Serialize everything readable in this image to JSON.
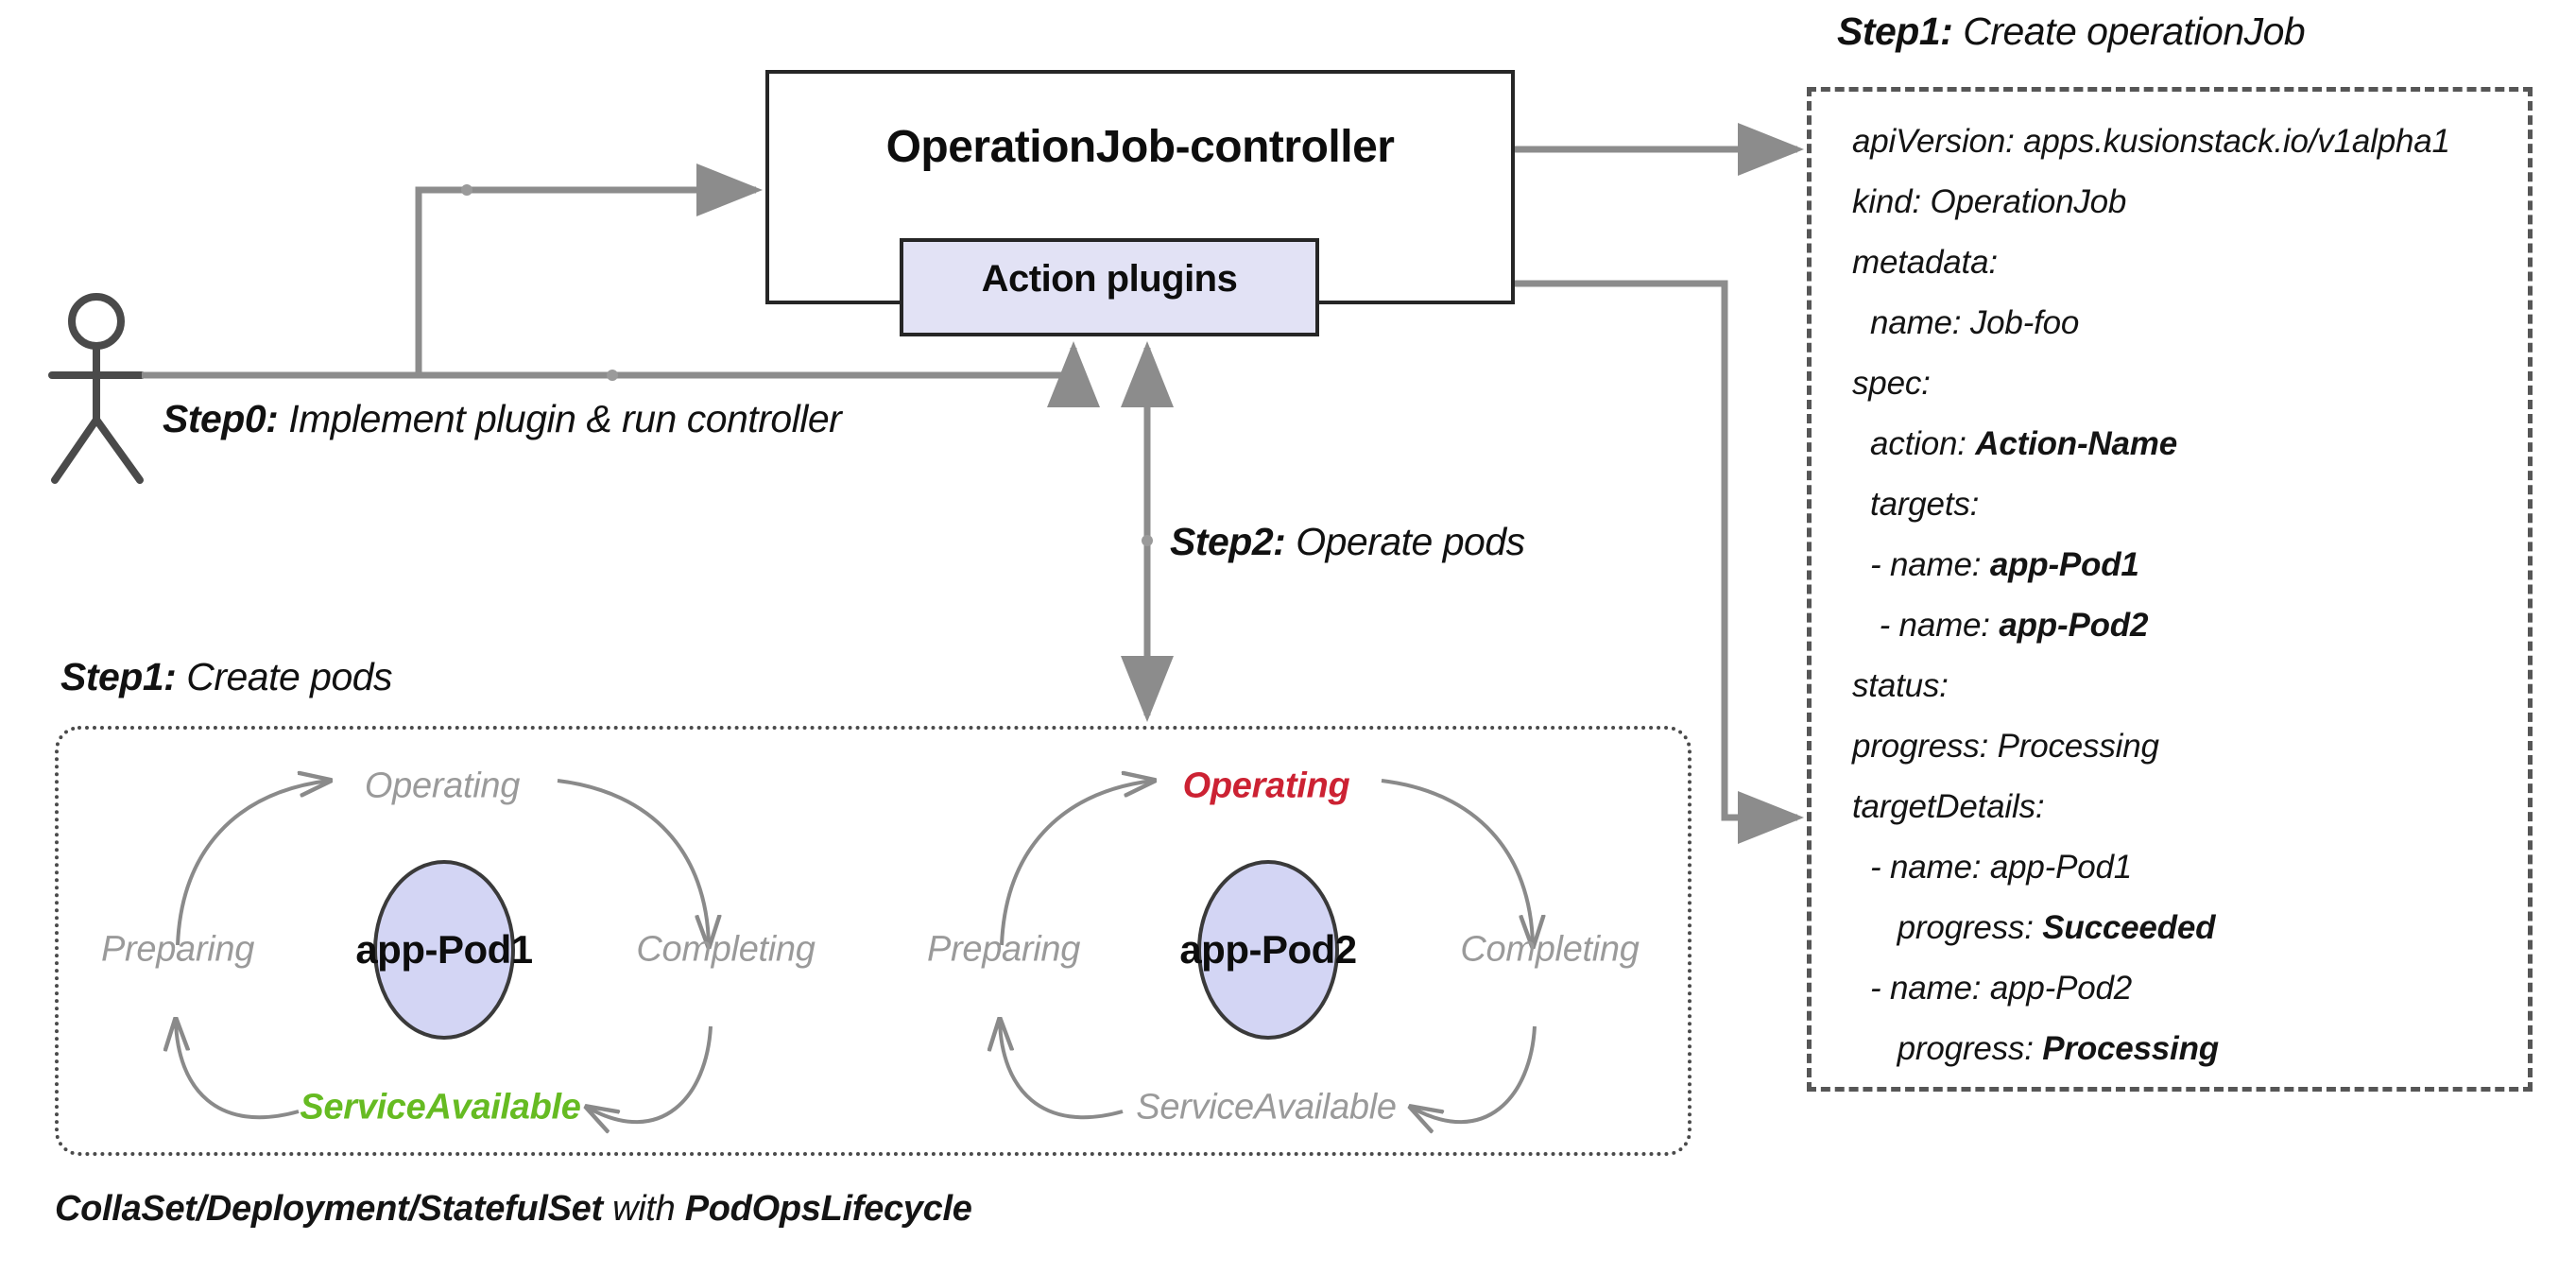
{
  "steps": {
    "step0": {
      "key": "Step0:",
      "value": " Implement plugin & run controller"
    },
    "step1_job": {
      "key": "Step1:",
      "value": " Create operationJob"
    },
    "step1_pods": {
      "key": "Step1:",
      "value": " Create pods"
    },
    "step2": {
      "key": "Step2:",
      "value": " Operate pods"
    }
  },
  "controller": {
    "title": "OperationJob-controller",
    "plugins_label": "Action plugins",
    "plugins_fill": "#e2e2f5",
    "border_color": "#262626"
  },
  "yaml": {
    "lines": [
      {
        "text": "apiVersion: apps.kusionstack.io/v1alpha1",
        "bold_tail": ""
      },
      {
        "text": "kind: OperationJob",
        "bold_tail": ""
      },
      {
        "text": "metadata:",
        "bold_tail": ""
      },
      {
        "text": "  name: Job-foo",
        "bold_tail": ""
      },
      {
        "text": "spec:",
        "bold_tail": ""
      },
      {
        "text": "  action: ",
        "bold_tail": "Action-Name"
      },
      {
        "text": "  targets:",
        "bold_tail": ""
      },
      {
        "text": "  - name: ",
        "bold_tail": "app-Pod1"
      },
      {
        "text": "   - name: ",
        "bold_tail": "app-Pod2"
      },
      {
        "text": "status:",
        "bold_tail": ""
      },
      {
        "text": "progress: Processing",
        "bold_tail": ""
      },
      {
        "text": "targetDetails:",
        "bold_tail": ""
      },
      {
        "text": "  - name: app-Pod1",
        "bold_tail": ""
      },
      {
        "text": "     progress: ",
        "bold_tail": "Succeeded"
      },
      {
        "text": "  - name: app-Pod2",
        "bold_tail": ""
      },
      {
        "text": "     progress: ",
        "bold_tail": "Processing"
      }
    ]
  },
  "pods": [
    {
      "name": "app-Pod1",
      "states": {
        "top": "Operating",
        "left": "Preparing",
        "right": "Completing",
        "bottom": "ServiceAvailable"
      },
      "highlight": {
        "which": "bottom",
        "color": "#66bb22"
      }
    },
    {
      "name": "app-Pod2",
      "states": {
        "top": "Operating",
        "left": "Preparing",
        "right": "Completing",
        "bottom": "ServiceAvailable"
      },
      "highlight": {
        "which": "top",
        "color": "#cc2233"
      }
    }
  ],
  "caption": {
    "part1": "CollaSet/Deployment/StatefulSet",
    "part2": " with ",
    "part3": "PodOpsLifecycle"
  },
  "colors": {
    "connector": "#8c8c8c",
    "arc": "#8a8a8a",
    "pod_fill": "#d3d5f4",
    "pod_stroke": "#3a3a3a",
    "muted_text": "#9a9a9a",
    "stickman": "#4a4a4a"
  }
}
